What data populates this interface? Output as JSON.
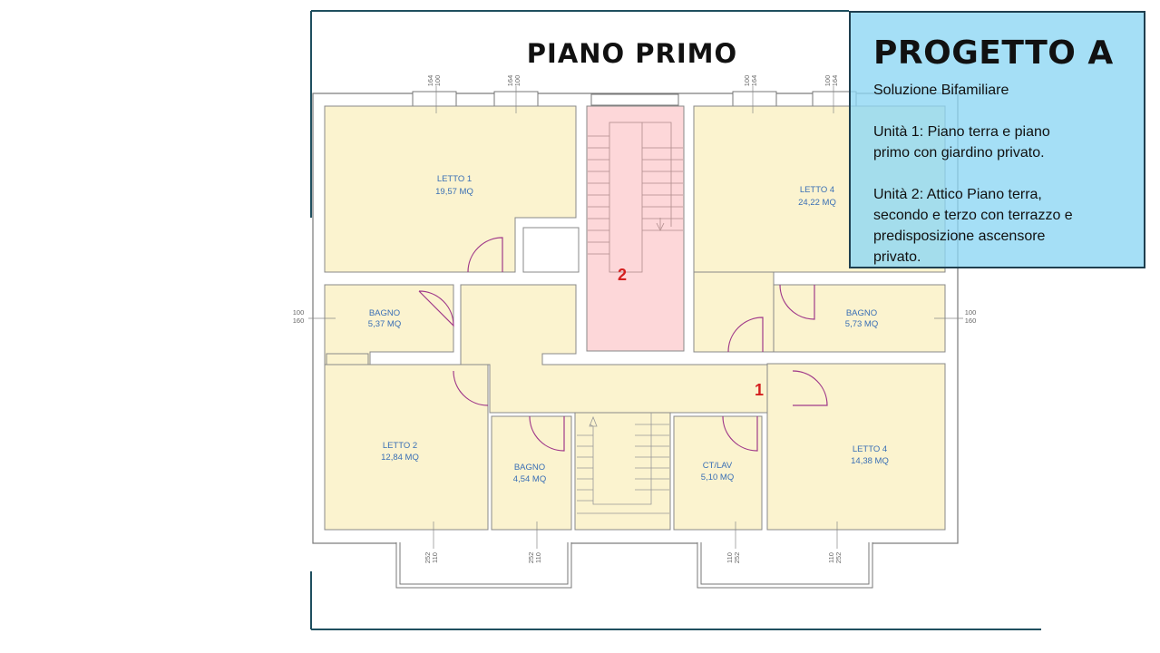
{
  "floor_title": "PIANO PRIMO",
  "info": {
    "title": "PROGETTO A",
    "subtitle": "Soluzione Bifamiliare",
    "unit1": [
      "Unità 1: Piano terra e piano",
      "primo con giardino privato."
    ],
    "unit2": [
      "Unità 2: Attico Piano terra,",
      "secondo e terzo con terrazzo e",
      "predisposizione ascensore",
      "privato."
    ]
  },
  "rooms": {
    "letto1": {
      "name": "LETTO 1",
      "area": "19,57 MQ"
    },
    "letto4_top": {
      "name": "LETTO 4",
      "area": "24,22 MQ"
    },
    "bagno_left": {
      "name": "BAGNO",
      "area": "5,37 MQ"
    },
    "bagno_right": {
      "name": "BAGNO",
      "area": "5,73 MQ"
    },
    "letto2": {
      "name": "LETTO 2",
      "area": "12,84 MQ"
    },
    "bagno_center": {
      "name": "BAGNO",
      "area": "4,54 MQ"
    },
    "ctlav": {
      "name": "CT/LAV",
      "area": "5,10 MQ"
    },
    "letto4_bottom": {
      "name": "LETTO 4",
      "area": "14,38 MQ"
    }
  },
  "markers": {
    "unit1": "1",
    "unit2": "2"
  },
  "dimensions": {
    "top_window_1": [
      "164",
      "100"
    ],
    "top_window_2": [
      "164",
      "100"
    ],
    "top_window_3": [
      "100",
      "164"
    ],
    "top_window_4": [
      "100",
      "164"
    ],
    "side_left": [
      "100",
      "160"
    ],
    "side_right": [
      "100",
      "160"
    ],
    "bottom_1": [
      "252",
      "110"
    ],
    "bottom_2": [
      "252",
      "110"
    ],
    "bottom_3": [
      "110",
      "252"
    ],
    "bottom_4": [
      "110",
      "252"
    ]
  },
  "colors": {
    "room_fill": "#fbf3cf",
    "stair_fill": "#fdd7d9",
    "info_box": "#8cd6f3",
    "door_arc": "#a03a8a",
    "frame_line": "#1f4f5f"
  }
}
